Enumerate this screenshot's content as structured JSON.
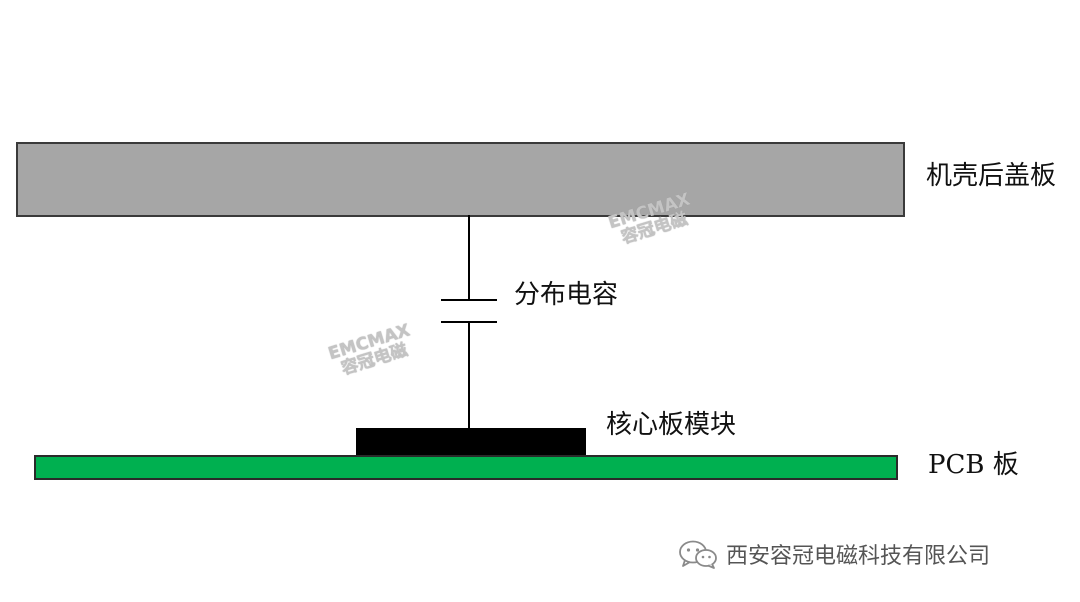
{
  "labels": {
    "chassis": "机壳后盖板",
    "capacitance": "分布电容",
    "module": "核心板模块",
    "pcb": "PCB 板"
  },
  "watermarks": [
    {
      "line1": "EMCMAX",
      "line2": "容冠电磁"
    },
    {
      "line1": "EMCMAX",
      "line2": "容冠电磁"
    }
  ],
  "footer": {
    "icon": "wechat-icon",
    "text": "西安容冠电磁科技有限公司"
  },
  "colors": {
    "chassis": "#a6a6a6",
    "pcb": "#00b050",
    "module": "#000000"
  }
}
